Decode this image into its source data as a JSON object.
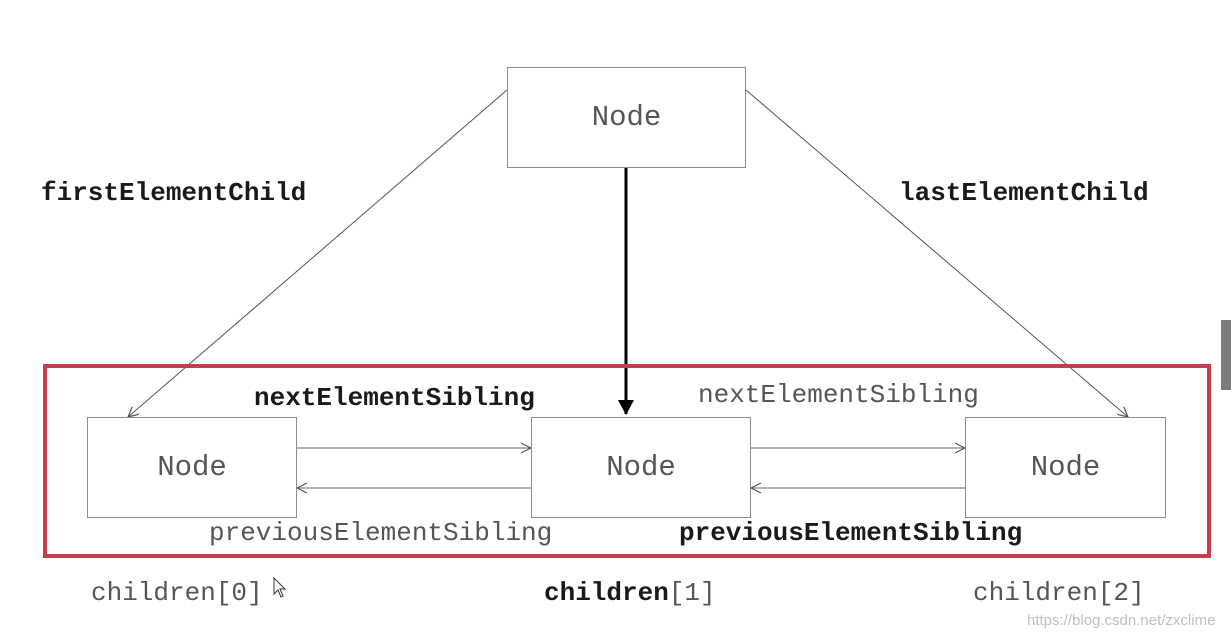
{
  "nodes": {
    "parent": "Node",
    "child0": "Node",
    "child1": "Node",
    "child2": "Node"
  },
  "labels": {
    "first_element_child": "firstElementChild",
    "last_element_child": "lastElementChild",
    "next_sibling_bold": "nextElementSibling",
    "next_sibling_light": "nextElementSibling",
    "previous_sibling_light": "previousElementSibling",
    "previous_sibling_bold": "previousElementSibling"
  },
  "children_labels": {
    "c0": "children[0]",
    "c1_name": "children",
    "c1_index": "[1]",
    "c2": "children[2]"
  },
  "watermark": "https://blog.csdn.net/zxclime",
  "colors": {
    "highlight": "#c83c50",
    "node_border": "#8c8c8c",
    "bold_text": "#1a1a1a",
    "light_text": "#555555"
  }
}
